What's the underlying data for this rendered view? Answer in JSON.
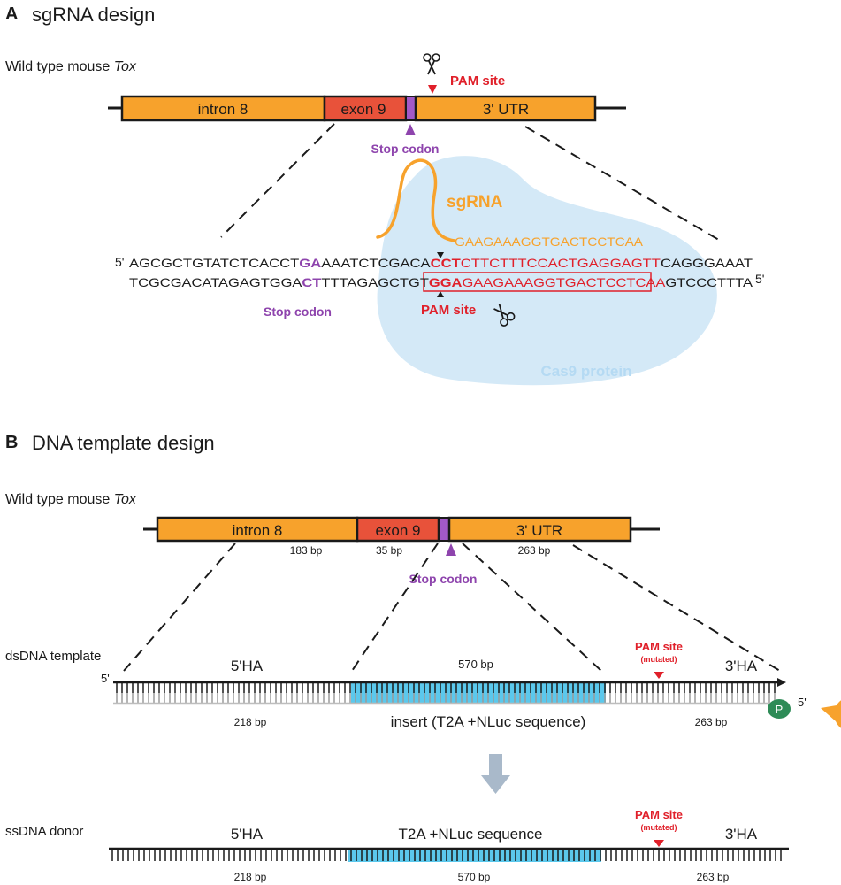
{
  "panel_a": {
    "letter": "A",
    "title": "sgRNA design",
    "gene_label_prefix": "Wild type mouse ",
    "gene_label_italic": "Tox",
    "segments": [
      "intron 8",
      "exon 9",
      "3' UTR"
    ],
    "pam_site": "PAM site",
    "stop_codon": "Stop codon",
    "sgrna_label": "sgRNA",
    "sgrna_seq": "GAAGAAAGGTGACTCCTCAA",
    "top_strand": {
      "five_prime": "5'",
      "pre": "AGCGCTGTATCTCACCT",
      "stop": "GA",
      "mid": "AAATCTCGACA",
      "pam": "CCT",
      "target": "CTTCTTTCCACTGAGGAGTT",
      "post": "CAGGGAAAT"
    },
    "bottom_strand": {
      "pre": "TCGCGACATAGAGTGGA",
      "stop": "CT",
      "mid": "TTTAGAGCTGT",
      "pam": "GGA",
      "target": "GAAGAAAGGTGACTCCTCAA",
      "post": "GTCCCTTTA",
      "five_prime": "5'"
    },
    "stop_codon_2": "Stop codon",
    "pam_site_2": "PAM site",
    "cas9": "Cas9 protein"
  },
  "panel_b": {
    "letter": "B",
    "title": "DNA template design",
    "gene_label_prefix": "Wild type mouse ",
    "gene_label_italic": "Tox",
    "segments": [
      "intron 8",
      "exon 9",
      "3' UTR"
    ],
    "segment_sizes": [
      "183 bp",
      "35 bp",
      "263 bp"
    ],
    "stop_codon": "Stop codon",
    "ds_label": "dsDNA template",
    "five_prime_left": "5'",
    "ha5": "5'HA",
    "insert_size": "570 bp",
    "pam_site": "PAM site",
    "mutated": "(mutated)",
    "ha3": "3'HA",
    "size_5ha": "218 bp",
    "insert_label": "insert (T2A +NLuc sequence)",
    "size_3ha": "263 bp",
    "p_label": "P",
    "five_prime_right": "5'",
    "ss_label": "ssDNA donor",
    "ss_ha5": "5'HA",
    "ss_insert_label": "T2A +NLuc sequence",
    "ss_pam": "PAM site",
    "ss_mutated": "(mutated)",
    "ss_ha3": "3'HA",
    "ss_size_5ha": "218 bp",
    "ss_insert_size": "570 bp",
    "ss_size_3ha": "263 bp"
  },
  "colors": {
    "orange": "#F7A22C",
    "exon_red": "#E8523A",
    "stop_purple": "#A259C8",
    "purple_text": "#8E44AD",
    "pam_red": "#E0202A",
    "cas9_blue": "#D4E9F7",
    "cas9_text": "#B5DAF3",
    "insert_blue": "#5BC8EC",
    "arrow_gray": "#A9B9CA",
    "p_green": "#2E8B57"
  }
}
